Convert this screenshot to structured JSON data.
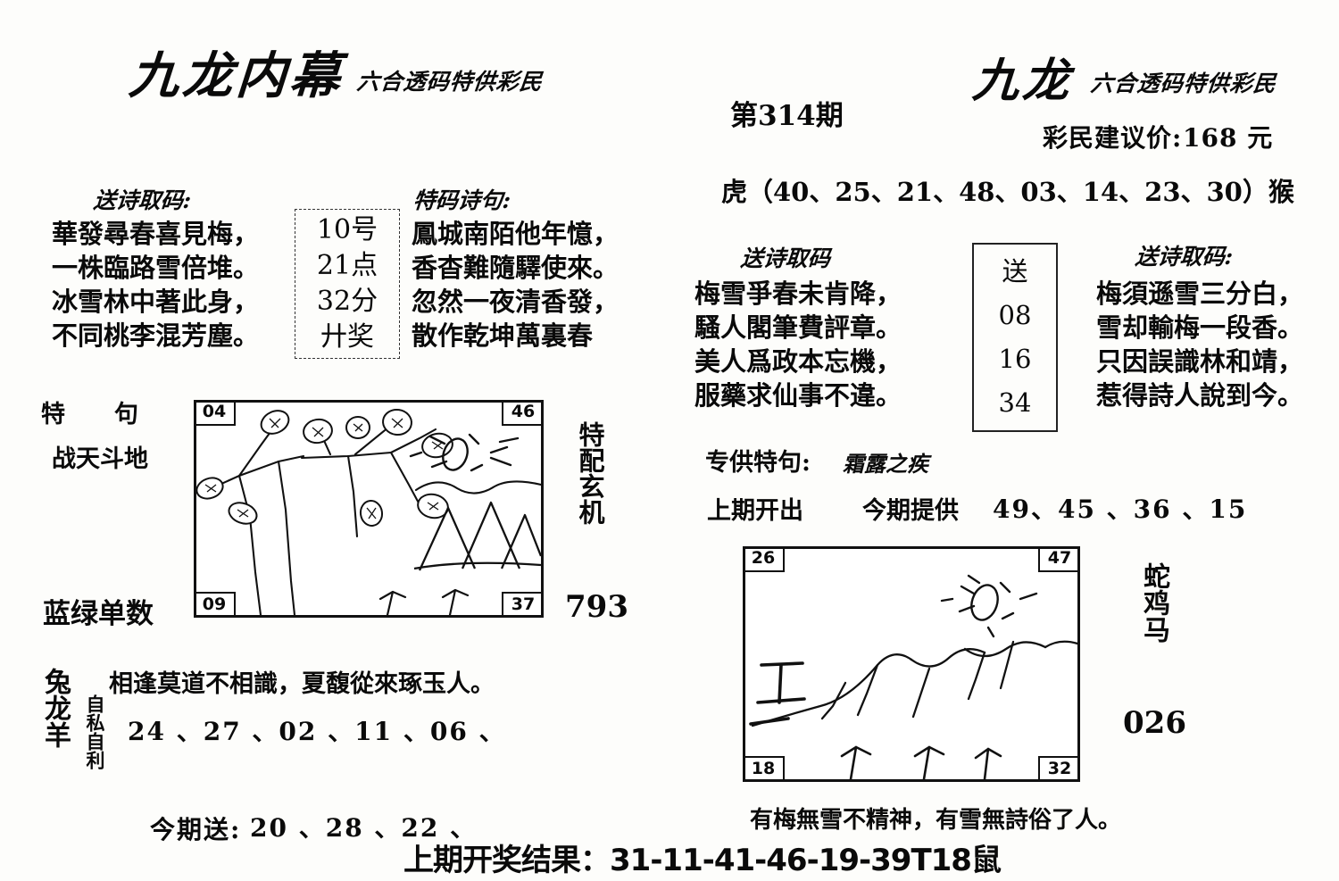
{
  "left_panel": {
    "brand_title": "九龙内幕",
    "brand_subtitle": "六合透码特供彩民",
    "poem_label_left": "送诗取码:",
    "poem_left_lines": [
      "華發尋春喜見梅，",
      "一株臨路雪倍堆。",
      "冰雪林中著此身，",
      "不同桃李混芳塵。"
    ],
    "code_box_lines": [
      "10号",
      "21点",
      "32分",
      "廾奖"
    ],
    "poem_label_right": "特码诗句:",
    "poem_right_lines": [
      "鳳城南陌他年憶，",
      "香杳難隨驛使來。",
      "忽然一夜清香發，",
      "散作乾坤萬裏春"
    ],
    "te_ju_label": "特　句",
    "te_ju_value": "战天斗地",
    "lan_lv_label": "蓝绿单数",
    "picture_corners": {
      "top_left": "04",
      "top_right": "46",
      "bottom_left": "09",
      "bottom_right": "37"
    },
    "side_vertical": "特配玄机",
    "side_number": "793",
    "zodiac_vertical": "兔龙羊",
    "trait_vertical": "自私自利",
    "bottom_poem": "相逢莫道不相識，夏馥從來琢玉人。",
    "number_row": "24 、27 、02 、11 、06 、",
    "send_row_label": "今期送:",
    "send_row_numbers": "20 、28 、22 、"
  },
  "right_panel": {
    "issue": "第314期",
    "brand_title": "九龙",
    "brand_subtitle": "六合透码特供彩民",
    "price_label": "彩民建议价:",
    "price_value": "168 元",
    "zodiac_line": "虎（40、25、21、48、03、14、23、30）猴",
    "poem_label_left": "送诗取码",
    "poem_left_lines": [
      "梅雪爭春未肯降，",
      "騷人閣筆費評章。",
      "美人爲政本忘機，",
      "服藥求仙事不違。"
    ],
    "send_box_lines": [
      "送",
      "08",
      "16",
      "34"
    ],
    "poem_label_right": "送诗取码:",
    "poem_right_lines": [
      "梅須遜雪三分白，",
      "雪却輸梅一段香。",
      "只因誤識林和靖，",
      "惹得詩人說到今。"
    ],
    "special_label": "专供特句:",
    "special_value": "霜露之疾",
    "last_issue_label": "上期开出",
    "this_issue_label": "今期提供",
    "this_issue_numbers": "49、45 、36 、15",
    "picture_corners": {
      "top_left": "26",
      "top_right": "47",
      "bottom_left": "18",
      "bottom_right": "32"
    },
    "zodiac_vertical": "蛇鸡马",
    "side_number": "026",
    "bottom_poem": "有梅無雪不精神，有雪無詩俗了人。"
  },
  "footer": {
    "result_text": "上期开奖结果：31-11-41-46-19-39T18鼠"
  },
  "colors": {
    "paper": "#fdfdfb",
    "ink": "#0a0a0a",
    "frame": "#111111"
  }
}
